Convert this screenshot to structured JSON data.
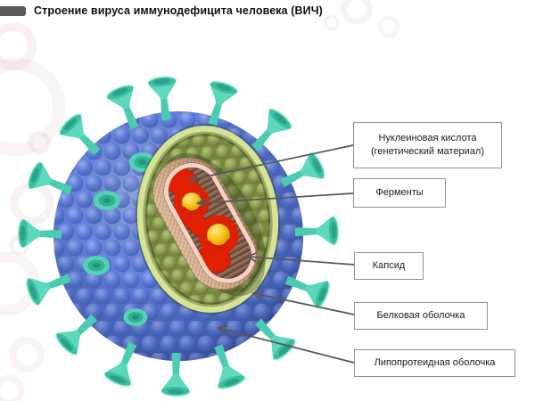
{
  "title": {
    "text": "Строение вируса иммунодефицита человека (ВИЧ)"
  },
  "diagram": {
    "subject": "HIV virion cutaway",
    "labels": [
      {
        "id": "nucleic-acid",
        "text": "Нуклеиновая кислота (генетический материал)"
      },
      {
        "id": "enzymes",
        "text": "Ферменты"
      },
      {
        "id": "capsid",
        "text": "Капсид"
      },
      {
        "id": "protein-coat",
        "text": "Белковая оболочка"
      },
      {
        "id": "lipoprotein-envelope",
        "text": "Липопротеидная оболочка"
      }
    ],
    "colors": {
      "envelope_blue": "#5b7bd8",
      "spike_teal": "#5cd8bd",
      "protein_coat_green": "#d5e494",
      "matrix_olive": "#85984c",
      "capsid_tan": "#c69d7e",
      "capsid_rim_pink": "#f8d2c2",
      "capsid_interior_brown": "#82604d",
      "nucleic_acid_red": "#e02000",
      "enzyme_yellow": "#f5c520",
      "connector_gray": "#58595b",
      "title_marker_gray": "#57585a",
      "watermark_pink": "#e7c6c6"
    }
  }
}
